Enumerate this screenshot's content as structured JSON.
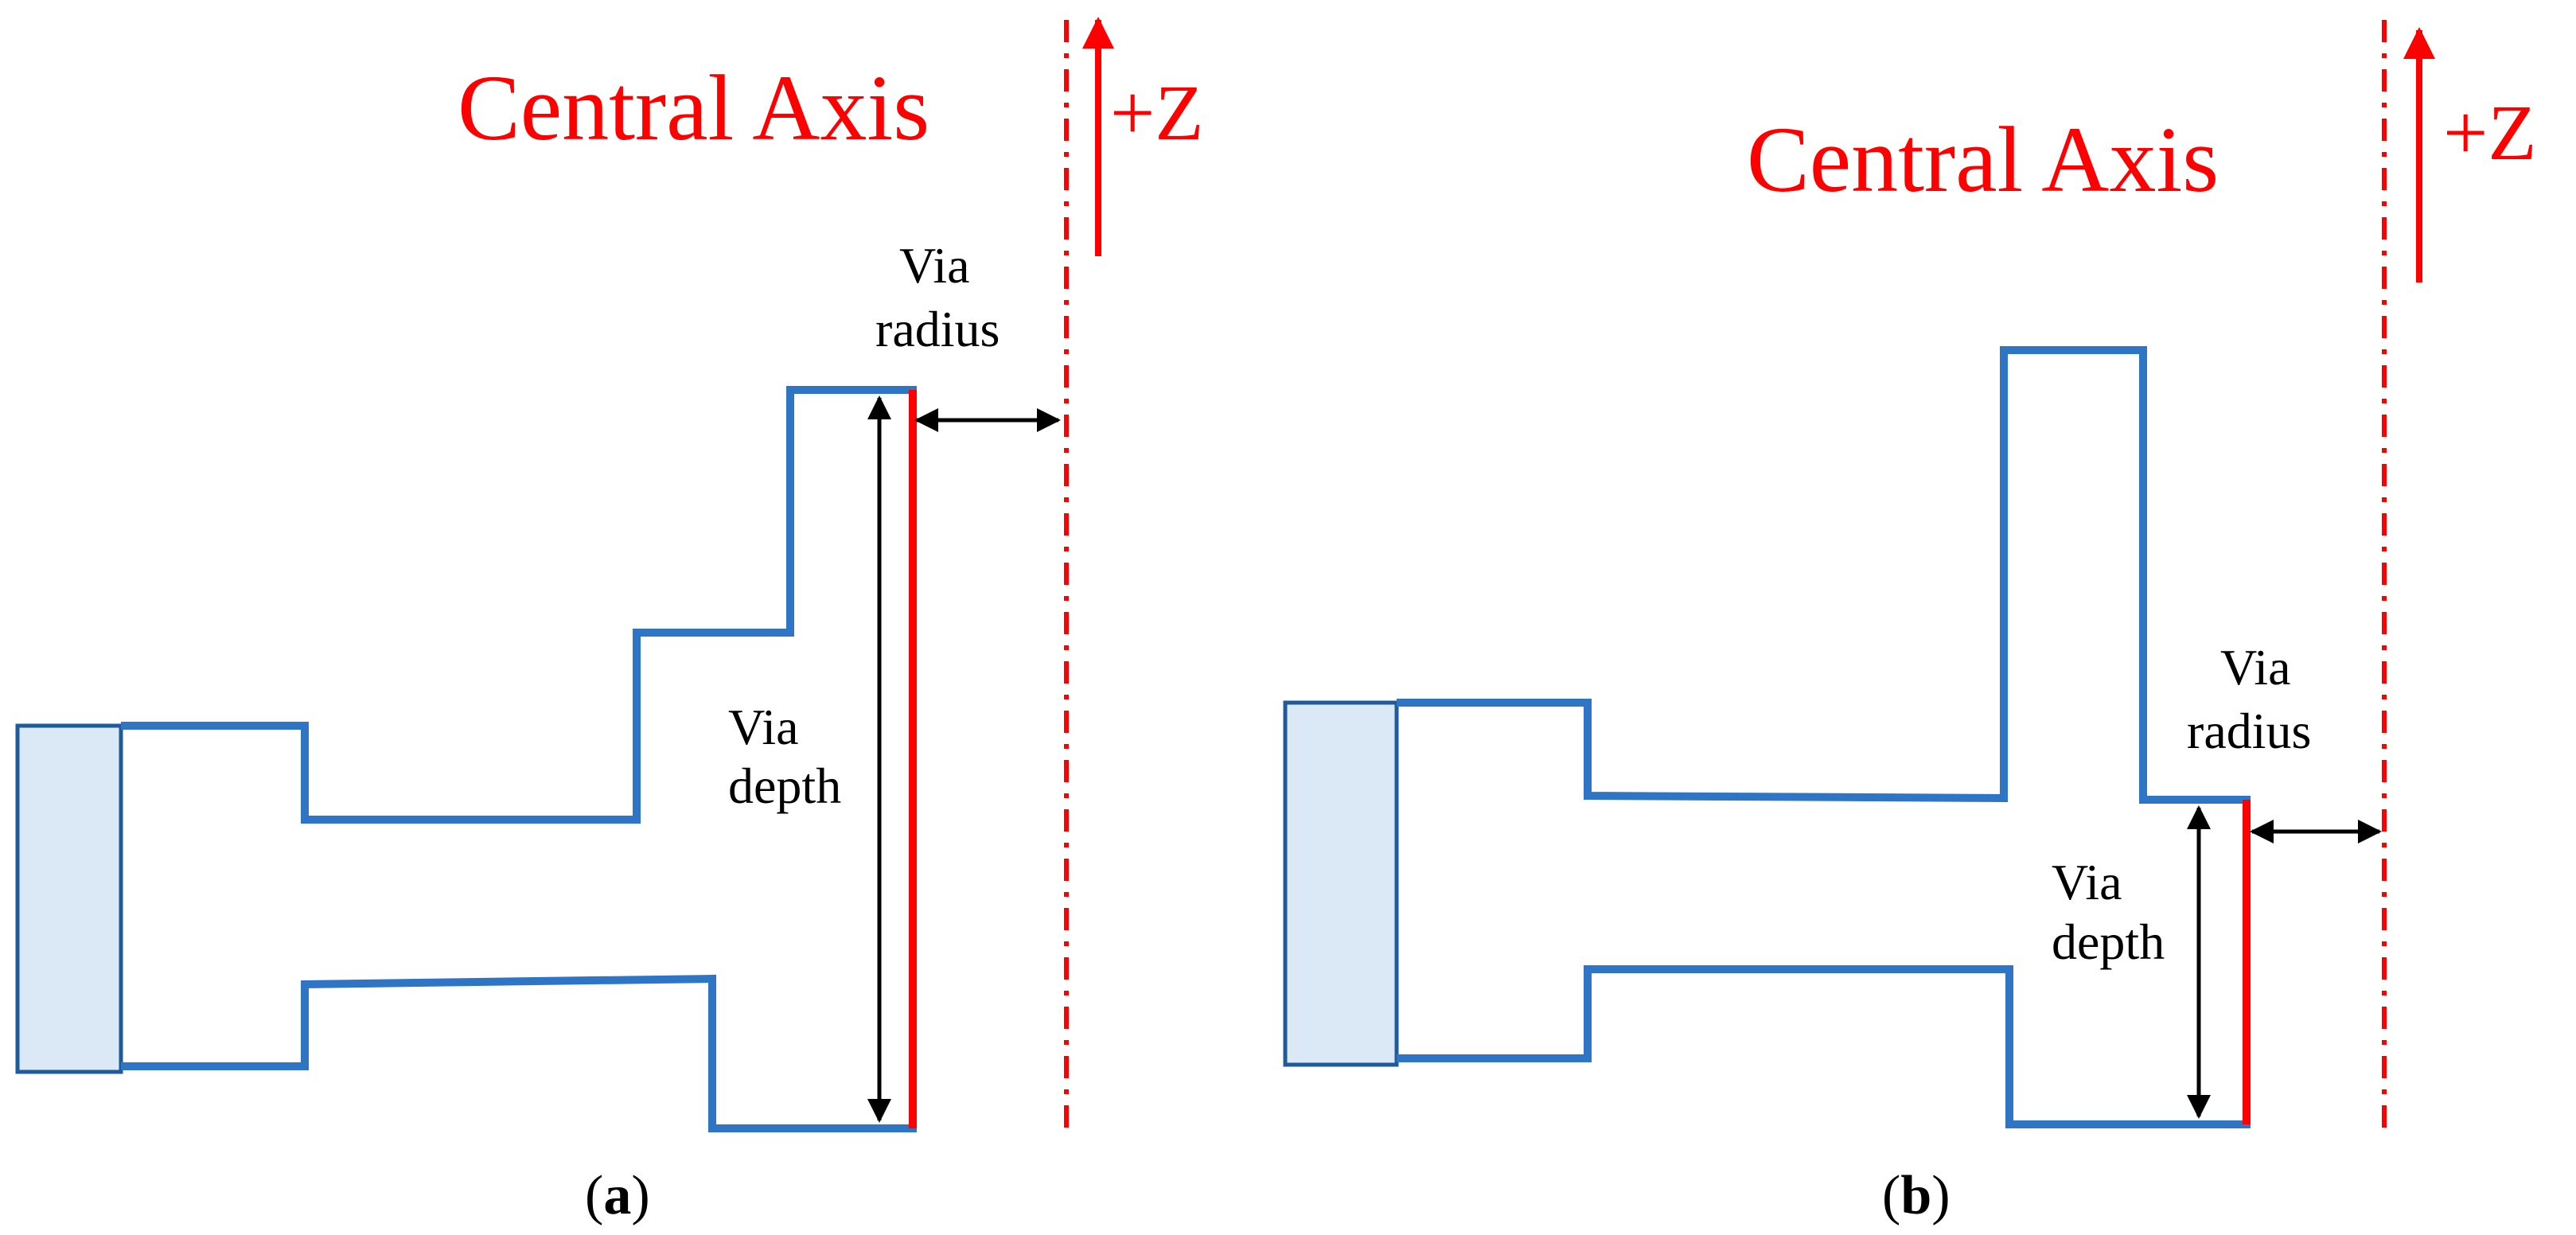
{
  "panel_a": {
    "axis_title": "Central Axis",
    "axis_direction": "+Z",
    "via_radius": [
      "Via",
      "radius"
    ],
    "via_depth": [
      "Via",
      "depth"
    ],
    "caption": {
      "open": "(",
      "letter": "a",
      "close": ")"
    }
  },
  "panel_b": {
    "axis_title": "Central Axis",
    "axis_direction": "+Z",
    "via_radius": [
      "Via",
      "radius"
    ],
    "via_depth": [
      "Via",
      "depth"
    ],
    "caption": {
      "open": "(",
      "letter": "b",
      "close": ")"
    }
  },
  "colors": {
    "outline": "#2e75c6",
    "block_fill": "#dbe9f6",
    "axis": "#ff0000",
    "dimension": "#000000"
  }
}
